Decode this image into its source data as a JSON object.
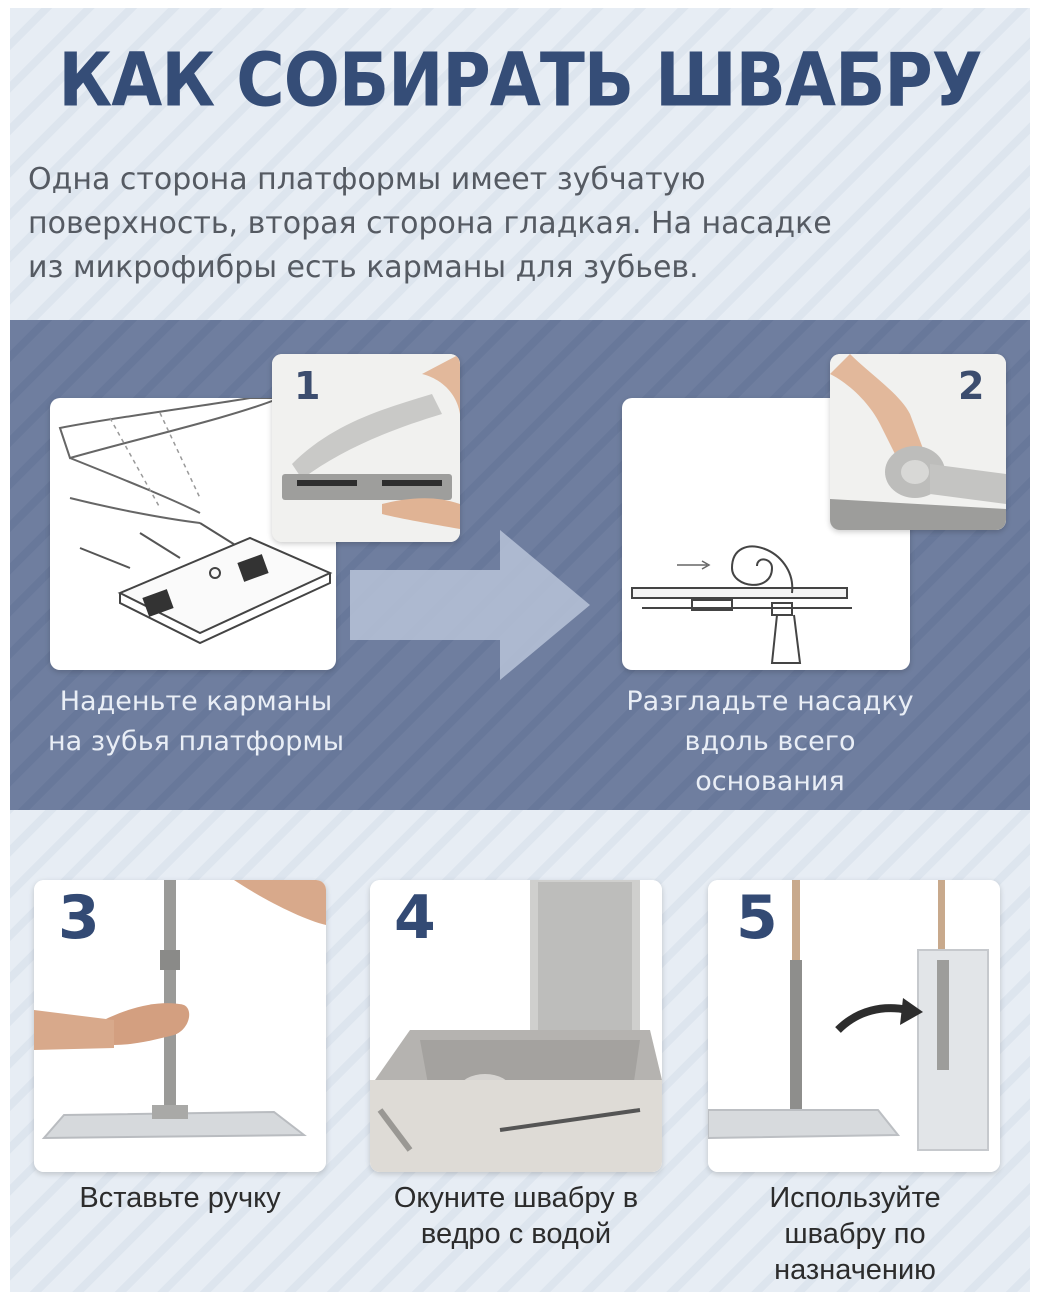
{
  "title": "КАК СОБИРАТЬ ШВАБРУ",
  "intro": {
    "line1": "Одна сторона платформы имеет зубчатую",
    "line2": "поверхность, вторая сторона гладкая. На насадке",
    "line3": "из микрофибры есть карманы для зубьев."
  },
  "steps": {
    "s1": {
      "number": "1",
      "caption_line1": "Наденьте карманы",
      "caption_line2": "на зубья платформы"
    },
    "s2": {
      "number": "2",
      "caption_line1": "Разгладьте насадку",
      "caption_line2": "вдоль всего",
      "caption_line3": "основания"
    },
    "s3": {
      "number": "3",
      "caption_line1": "Вставьте ручку"
    },
    "s4": {
      "number": "4",
      "caption_line1": "Окуните швабру в",
      "caption_line2": "ведро с водой"
    },
    "s5": {
      "number": "5",
      "caption_line1": "Используйте",
      "caption_line2": "швабру по",
      "caption_line3": "назначению"
    }
  },
  "colors": {
    "title": "#354d77",
    "band": "#6f7e9f",
    "number": "#334a74"
  }
}
